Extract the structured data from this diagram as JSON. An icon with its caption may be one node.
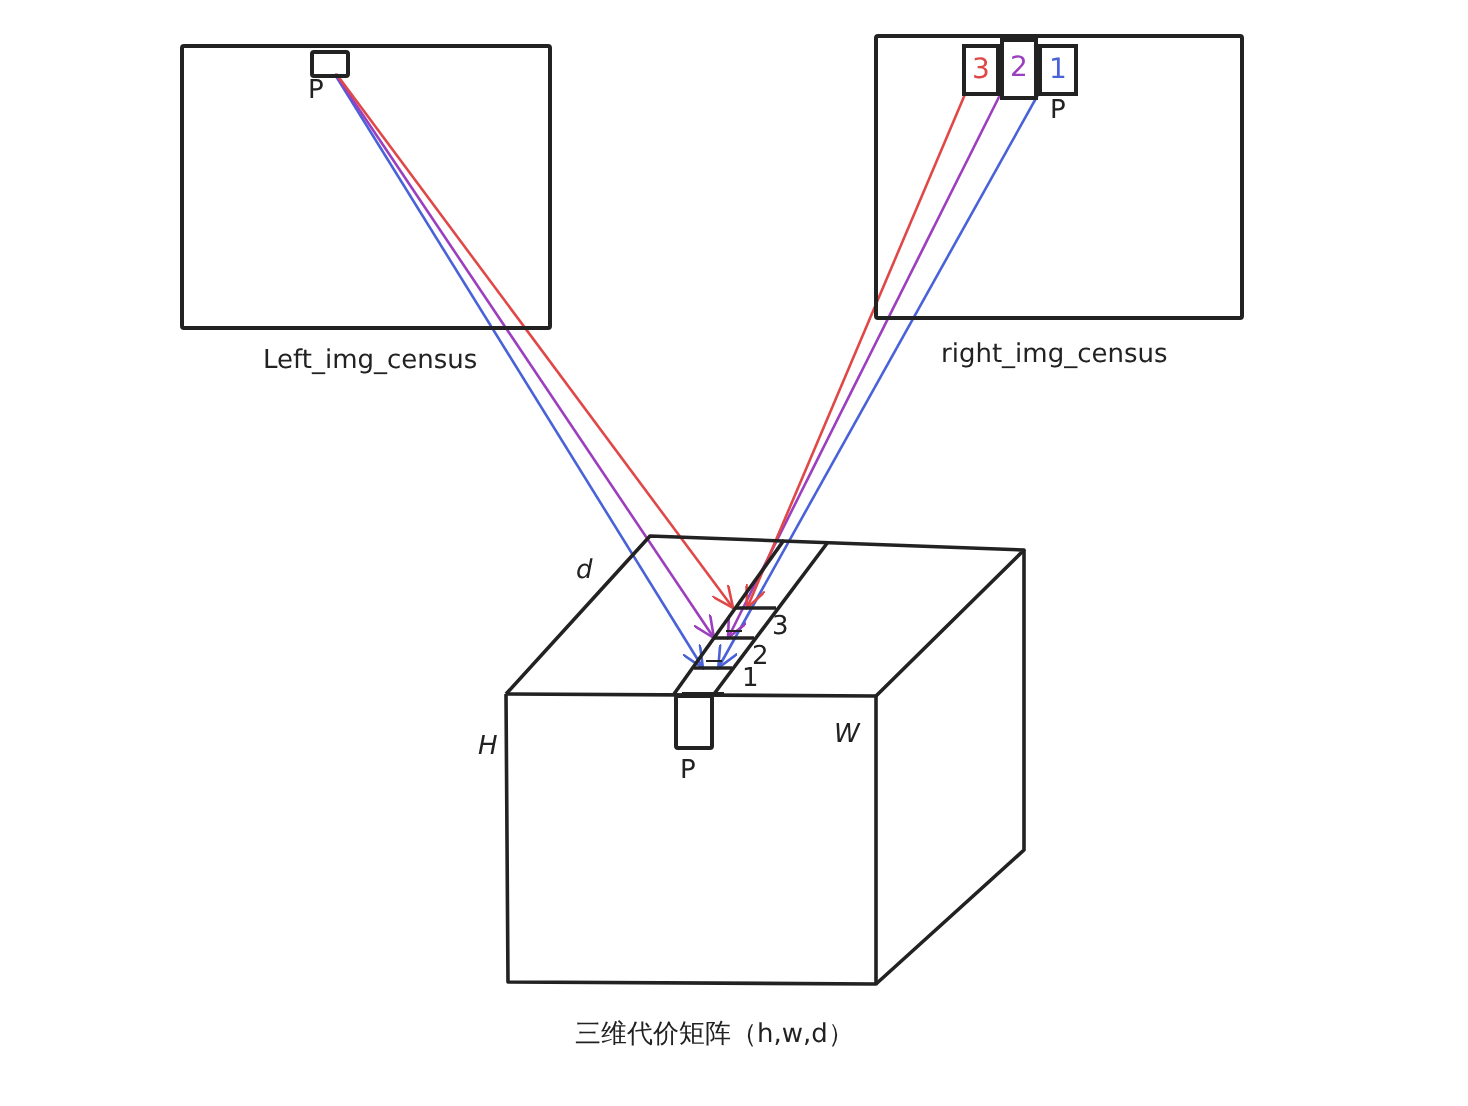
{
  "diagram": {
    "nodes": [
      {
        "text": [],
        "shape": "box",
        "beside": [
          "Left_img_census"
        ]
      },
      {
        "text": [],
        "shape": "box",
        "in": 0,
        "beside": [
          "P"
        ]
      },
      {
        "text": [],
        "shape": "box",
        "beside": [
          "right_img_census"
        ]
      },
      {
        "text": [
          "3"
        ],
        "in": 2
      },
      {
        "text": [
          "2"
        ],
        "in": 2
      },
      {
        "text": [
          "1"
        ],
        "in": 2,
        "beside": [
          "P"
        ]
      },
      {
        "text": [],
        "shape": "cube",
        "beside": [
          "三维代价矩阵（h,w,d）"
        ]
      },
      {
        "text": [],
        "shape": "box",
        "in": 6,
        "beside": [
          "1"
        ]
      },
      {
        "text": [],
        "shape": "box",
        "in": 6,
        "beside": [
          "2"
        ]
      },
      {
        "text": [],
        "shape": "box",
        "in": 6,
        "beside": [
          "3"
        ]
      },
      {
        "text": [],
        "shape": "box",
        "in": 6,
        "beside": [
          "P"
        ]
      }
    ],
    "edges": [
      {
        "from": 1,
        "to": 7,
        "arrow": "to",
        "color": "#4a62d8"
      },
      {
        "from": 1,
        "to": 8,
        "arrow": "to",
        "color": "#9b3fbf"
      },
      {
        "from": 1,
        "to": 9,
        "arrow": "to",
        "color": "#e04848"
      },
      {
        "from": 5,
        "to": 7,
        "arrow": "to",
        "color": "#4a62d8"
      },
      {
        "from": 4,
        "to": 8,
        "arrow": "to",
        "color": "#9b3fbf"
      },
      {
        "from": 3,
        "to": 9,
        "arrow": "to",
        "color": "#e04848"
      }
    ],
    "labels": [
      "d",
      "H",
      "W"
    ]
  }
}
